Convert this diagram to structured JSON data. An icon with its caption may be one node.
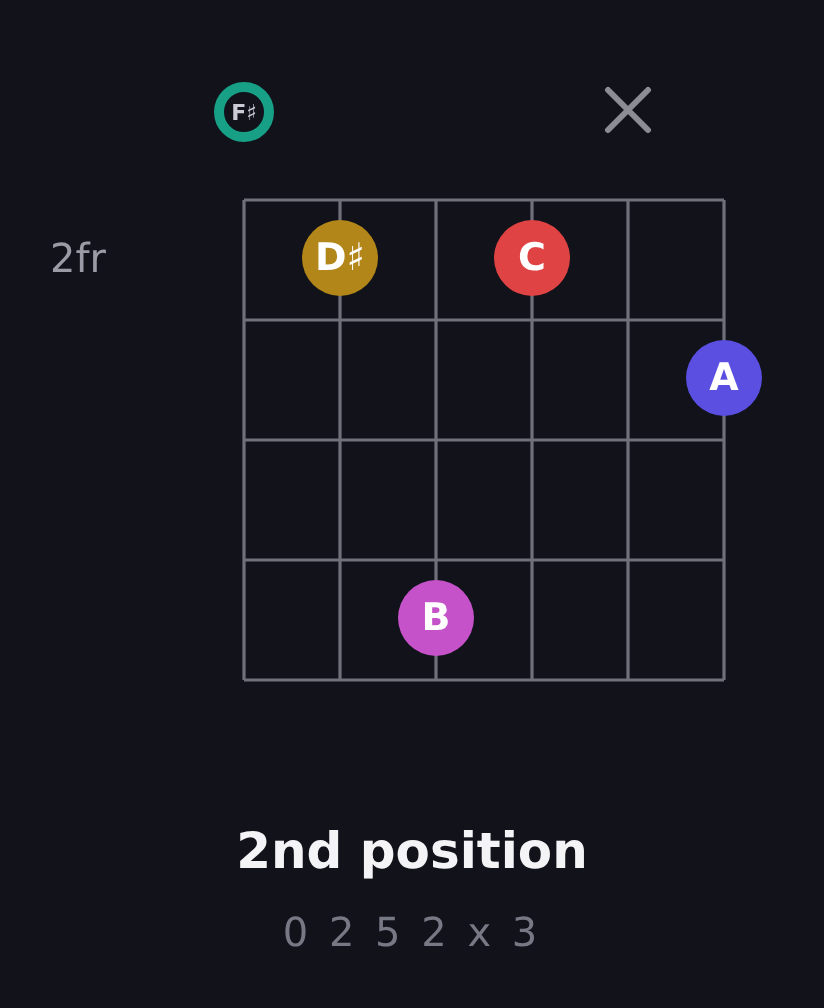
{
  "diagram": {
    "title": "2nd position",
    "caption": "0 2 5 2 x 3",
    "nodes": [
      {
        "text": [
          "F♯"
        ]
      },
      {
        "text": [
          "D♯"
        ]
      },
      {
        "text": [
          "C"
        ]
      },
      {
        "text": [
          "A"
        ]
      },
      {
        "text": [
          "B"
        ]
      }
    ],
    "labels": [
      "2fr"
    ]
  }
}
